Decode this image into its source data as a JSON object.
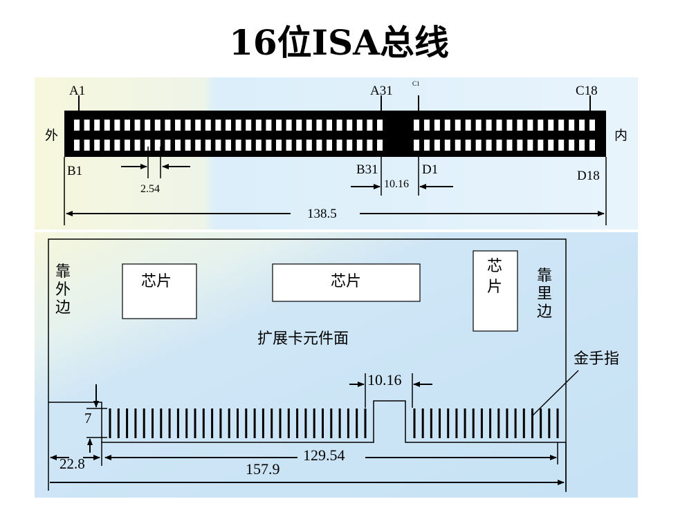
{
  "title": "16位ISA总线",
  "connector": {
    "pin_labels": {
      "a1": "A1",
      "a31": "A31",
      "c1": "C1",
      "c18": "C18",
      "b1": "B1",
      "b31": "B31",
      "d1": "D1",
      "d18": "D18"
    },
    "side_outer": "外",
    "side_inner": "内",
    "pitch": "2.54",
    "gap": "10.16",
    "total_length": "138.5",
    "rows": 2,
    "section1_pins": 31,
    "section2_pins": 18
  },
  "card": {
    "chip_labels": [
      "芯片",
      "芯片",
      "芯片"
    ],
    "outer_edge_label": "靠外边",
    "inner_edge_label": "靠里边",
    "component_side_label": "扩展卡元件面",
    "gold_finger_label": "金手指",
    "finger_height": "7",
    "offset": "22.8",
    "gap": "10.16",
    "finger_span": "129.54",
    "total_length": "157.9",
    "section1_fingers": 31,
    "section2_fingers": 18
  },
  "colors": {
    "panel_bg_light": "#eaf4fb",
    "panel_bg_blue": "#c9e4f4",
    "panel_bg_yellow": "#f7f7dc",
    "connector": "#000000"
  }
}
